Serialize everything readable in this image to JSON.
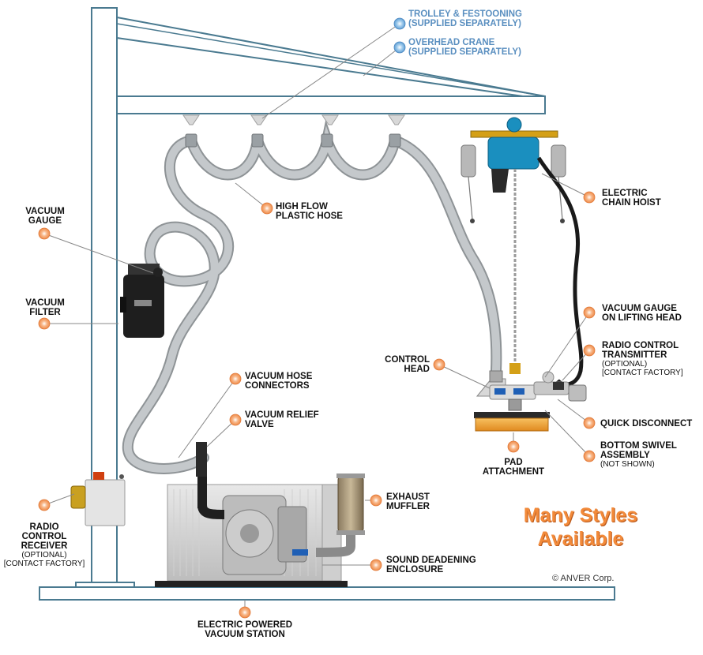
{
  "labels": {
    "trolley": [
      "TROLLEY & FESTOONING",
      "(SUPPLIED SEPARATELY)"
    ],
    "crane": [
      "OVERHEAD CRANE",
      "(SUPPLIED SEPARATELY)"
    ],
    "hose": [
      "HIGH FLOW",
      "PLASTIC HOSE"
    ],
    "hoist": [
      "ELECTRIC",
      "CHAIN HOIST"
    ],
    "gauge": [
      "VACUUM",
      "GAUGE"
    ],
    "filter": [
      "VACUUM",
      "FILTER"
    ],
    "connectors": [
      "VACUUM HOSE",
      "CONNECTORS"
    ],
    "relief": [
      "VACUUM RELIEF",
      "VALVE"
    ],
    "head_gauge": [
      "VACUUM GAUGE",
      "ON LIFTING HEAD"
    ],
    "control_head": [
      "CONTROL",
      "HEAD"
    ],
    "transmitter": [
      "RADIO CONTROL",
      "TRANSMITTER"
    ],
    "transmitter_note": [
      "(OPTIONAL)",
      "[CONTACT FACTORY]"
    ],
    "quick_disconnect": "QUICK DISCONNECT",
    "swivel": [
      "BOTTOM SWIVEL",
      "ASSEMBLY"
    ],
    "swivel_note": "(NOT SHOWN)",
    "pad": [
      "PAD",
      "ATTACHMENT"
    ],
    "muffler": [
      "EXHAUST",
      "MUFFLER"
    ],
    "enclosure": [
      "SOUND DEADENING",
      "ENCLOSURE"
    ],
    "receiver": [
      "RADIO",
      "CONTROL",
      "RECEIVER"
    ],
    "receiver_note": [
      "(OPTIONAL)",
      "[CONTACT FACTORY]"
    ],
    "station": [
      "ELECTRIC POWERED",
      "VACUUM STATION"
    ]
  },
  "promo": [
    "Many Styles",
    "Available"
  ],
  "copyright": "© ANVER Corp.",
  "colors": {
    "structure": "#4a7a90",
    "hose": "#b9bdc0",
    "pointer_dot": "#f5a068",
    "blue_dot": "#7fb4e0",
    "blue_text": "#5a8fc0",
    "promo": "#f28a3a",
    "hoist": "#1a8fbf",
    "pad": "#f0a030"
  },
  "icons": [
    "pointer-dot-icon"
  ]
}
